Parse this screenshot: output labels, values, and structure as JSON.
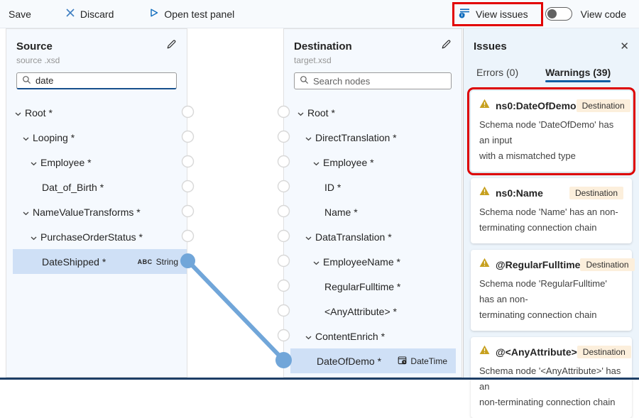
{
  "toolbar": {
    "save": "Save",
    "discard": "Discard",
    "open_test_panel": "Open test panel",
    "view_issues": "View issues",
    "view_code": "View code"
  },
  "source": {
    "title": "Source",
    "file": "source .xsd",
    "search_value": "date",
    "nodes": [
      {
        "label": "Root *",
        "level": 0,
        "chevron": true
      },
      {
        "label": "Looping *",
        "level": 1,
        "chevron": true
      },
      {
        "label": "Employee *",
        "level": 2,
        "chevron": true
      },
      {
        "label": "Dat_of_Birth *",
        "level": 3,
        "chevron": false
      },
      {
        "label": "NameValueTransforms *",
        "level": 1,
        "chevron": true
      },
      {
        "label": "PurchaseOrderStatus *",
        "level": 2,
        "chevron": true
      },
      {
        "label": "DateShipped *",
        "level": 3,
        "chevron": false,
        "selected": true,
        "badge_abc": "ABC",
        "badge_label": "String"
      }
    ]
  },
  "destination": {
    "title": "Destination",
    "file": "target.xsd",
    "search_placeholder": "Search nodes",
    "nodes": [
      {
        "label": "Root *",
        "level": 0,
        "chevron": true
      },
      {
        "label": "DirectTranslation *",
        "level": 1,
        "chevron": true
      },
      {
        "label": "Employee *",
        "level": 2,
        "chevron": true
      },
      {
        "label": "ID *",
        "level": 3,
        "chevron": false
      },
      {
        "label": "Name *",
        "level": 3,
        "chevron": false
      },
      {
        "label": "DataTranslation *",
        "level": 1,
        "chevron": true
      },
      {
        "label": "EmployeeName *",
        "level": 2,
        "chevron": true
      },
      {
        "label": "RegularFulltime *",
        "level": 3,
        "chevron": false
      },
      {
        "label": "<AnyAttribute> *",
        "level": 3,
        "chevron": false
      },
      {
        "label": "ContentEnrich *",
        "level": 1,
        "chevron": true
      },
      {
        "label": "DateOfDemo *",
        "level": 2,
        "chevron": false,
        "selected": true,
        "badge_datetime": true,
        "badge_label": "DateTime"
      }
    ]
  },
  "issues": {
    "title": "Issues",
    "tabs": [
      {
        "label": "Errors (0)"
      },
      {
        "label": "Warnings (39)",
        "active": true
      }
    ],
    "cards": [
      {
        "name": "ns0:DateOfDemo",
        "badge": "Destination",
        "line1": "Schema node 'DateOfDemo' has an input",
        "line2": "with a mismatched type",
        "highlighted": true
      },
      {
        "name": "ns0:Name",
        "badge": "Destination",
        "line1": "Schema node 'Name' has an non-",
        "line2": "terminating connection chain"
      },
      {
        "name": "@RegularFulltime",
        "badge": "Destination",
        "line1": "Schema node 'RegularFulltime' has an non-",
        "line2": "terminating connection chain"
      },
      {
        "name": "@<AnyAttribute>",
        "badge": "Destination",
        "line1": "Schema node '<AnyAttribute>' has an",
        "line2": "non-terminating connection chain"
      }
    ]
  },
  "colors": {
    "accent_blue": "#115ea3",
    "icon_blue": "#0f6cbd",
    "connection_blue": "#71a6d9",
    "selected_row": "#cfe0f6",
    "warning_gold": "#c7a01e",
    "annotation_red": "#e20000",
    "badge_peach": "#fcefdc"
  }
}
